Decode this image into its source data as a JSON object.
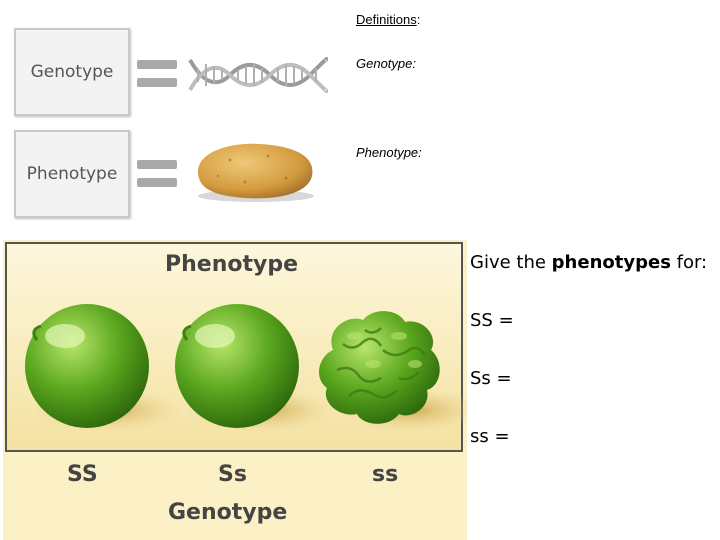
{
  "definitions": {
    "heading": "Definitions",
    "heading_suffix": ":",
    "genotype_label": "Genotype:",
    "phenotype_label": "Phenotype:"
  },
  "image_boxes": {
    "genotype": "Genotype",
    "phenotype": "Phenotype"
  },
  "pea_figure": {
    "top_title": "Phenotype",
    "bottom_title": "Genotype",
    "genotypes": [
      "SS",
      "Ss",
      "ss"
    ]
  },
  "question": {
    "prefix": "Give the ",
    "bold": "phenotypes",
    "suffix": " for:",
    "items": [
      "SS =",
      "Ss =",
      "ss ="
    ]
  },
  "colors": {
    "pea_green": "#5aa61e",
    "pea_background": "#fbf0c6",
    "potato": "#d8a64a"
  }
}
